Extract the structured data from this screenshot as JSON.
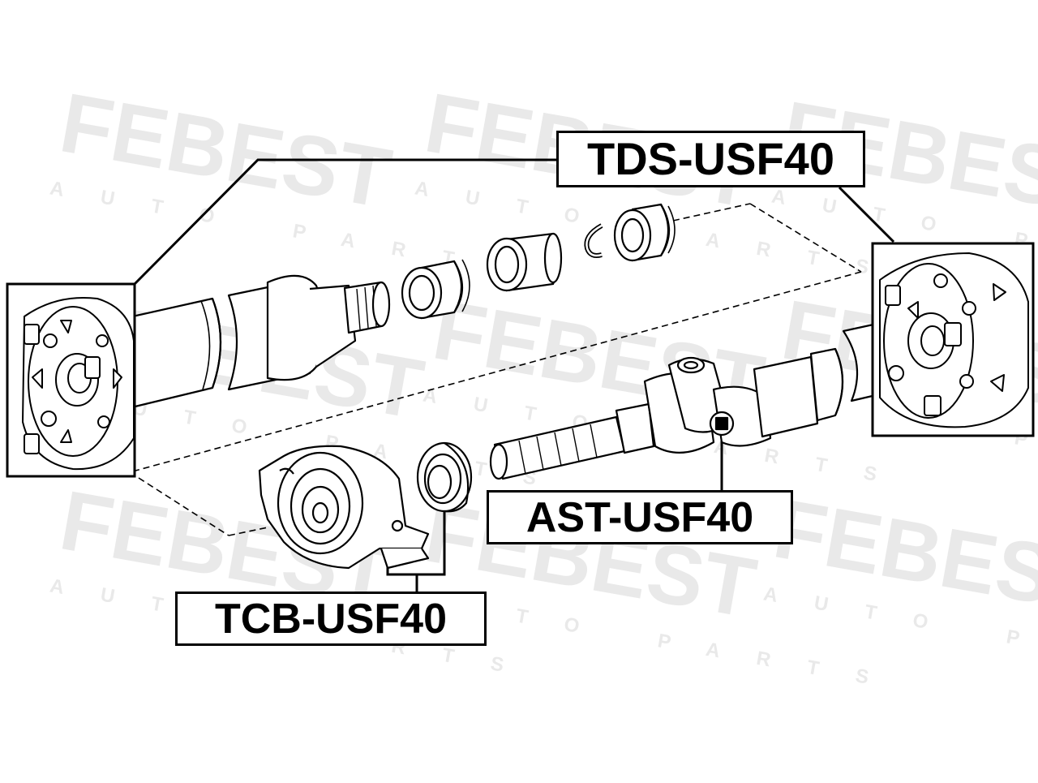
{
  "part_labels": {
    "tds": "TDS-USF40",
    "ast": "AST-USF40",
    "tcb": "TCB-USF40"
  },
  "watermark": {
    "brand": "FEBEST",
    "subtitle": "AUTO PARTS"
  },
  "colors": {
    "line": "#000000",
    "background": "#ffffff",
    "watermark": "#e9e9e9"
  },
  "icons": {
    "left_flex_coupling": "flex-disc-coupling-icon",
    "right_flex_coupling": "flex-disc-coupling-icon",
    "center_bearing": "center-bearing-icon",
    "universal_joint": "universal-joint-icon"
  }
}
